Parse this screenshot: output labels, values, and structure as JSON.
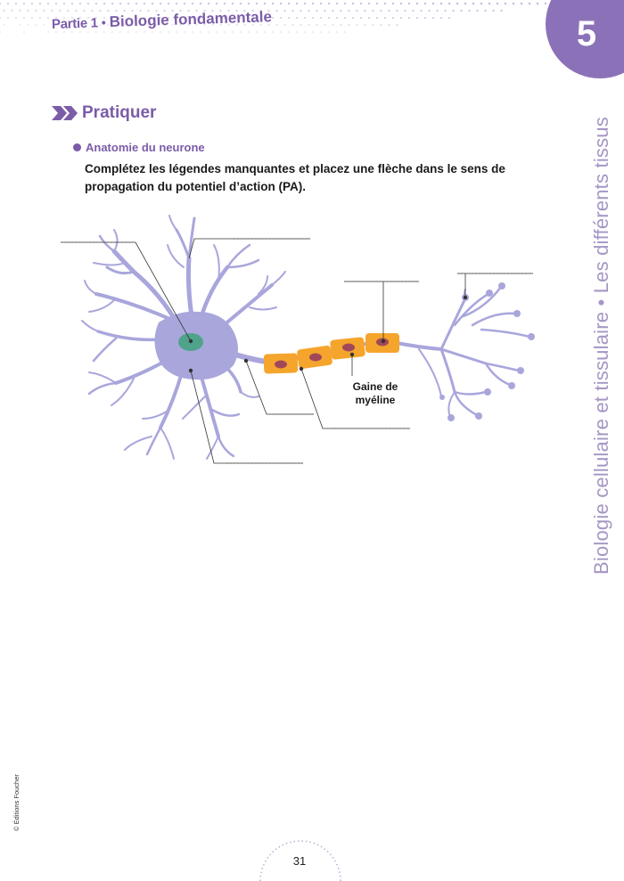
{
  "header": {
    "partie": "Partie 1",
    "bullet": "•",
    "subject": "Biologie fondamentale"
  },
  "chapter": {
    "number": "5"
  },
  "side_title": "Biologie cellulaire et tissulaire • Les différents tissus",
  "section": {
    "title": "Pratiquer",
    "icon": "double-arrow-icon"
  },
  "subsection": {
    "title": "Anatomie du neurone"
  },
  "instruction": "Complétez les légendes manquantes et placez une flèche dans le sens de propagation du potentiel d’action (PA).",
  "diagram": {
    "label_gaine": [
      "Gaine de",
      "myéline"
    ],
    "colors": {
      "neuron": "#a9a6dc",
      "neuron_stroke": "#908cc8",
      "nucleus": "#4fa38a",
      "myelin": "#f5a52c",
      "myelin_nucleus": "#a0485a"
    }
  },
  "footer": {
    "copyright": "© Éditions Foucher",
    "page_number": "31"
  },
  "accent_color": "#7b5ca8"
}
